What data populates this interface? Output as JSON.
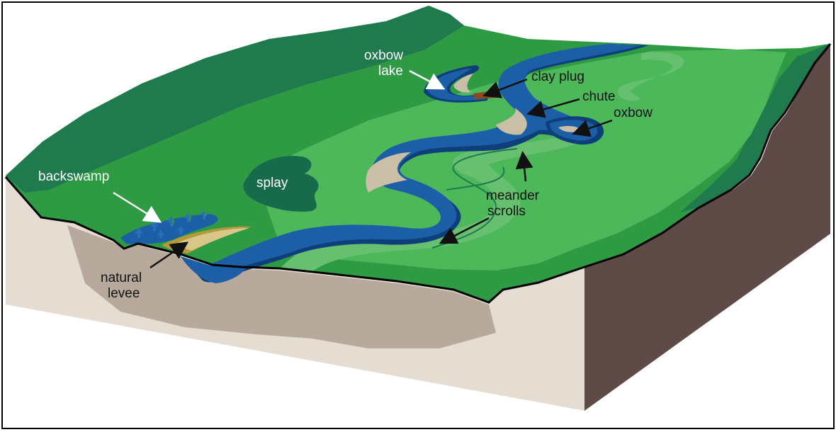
{
  "labels": {
    "oxbow_lake_line1": "oxbow",
    "oxbow_lake_line2": "lake",
    "clay_plug": "clay plug",
    "chute": "chute",
    "oxbow": "oxbow",
    "backswamp": "backswamp",
    "splay": "splay",
    "meander_line1": "meander",
    "meander_line2": "scrolls",
    "natural_line1": "natural",
    "natural_line2": "levee"
  },
  "colors": {
    "background": "#ffffff",
    "floodplain_green": "#2f9a44",
    "floodplain_light": "#4db85a",
    "scroll_green": "#66c070",
    "ridge_dark": "#1f7a4e",
    "splay_dark": "#176b4b",
    "river_blue": "#1d5fa6",
    "river_dark": "#0f3f7a",
    "sand_bar": "#c8bfa6",
    "clay_plug": "#8a4a1c",
    "levee_gold": "#b39a3a",
    "soil_face": "#e6ddd2",
    "soil_shade": "#b7aa9d",
    "side_face": "#5e4a47",
    "outline": "#000000"
  }
}
